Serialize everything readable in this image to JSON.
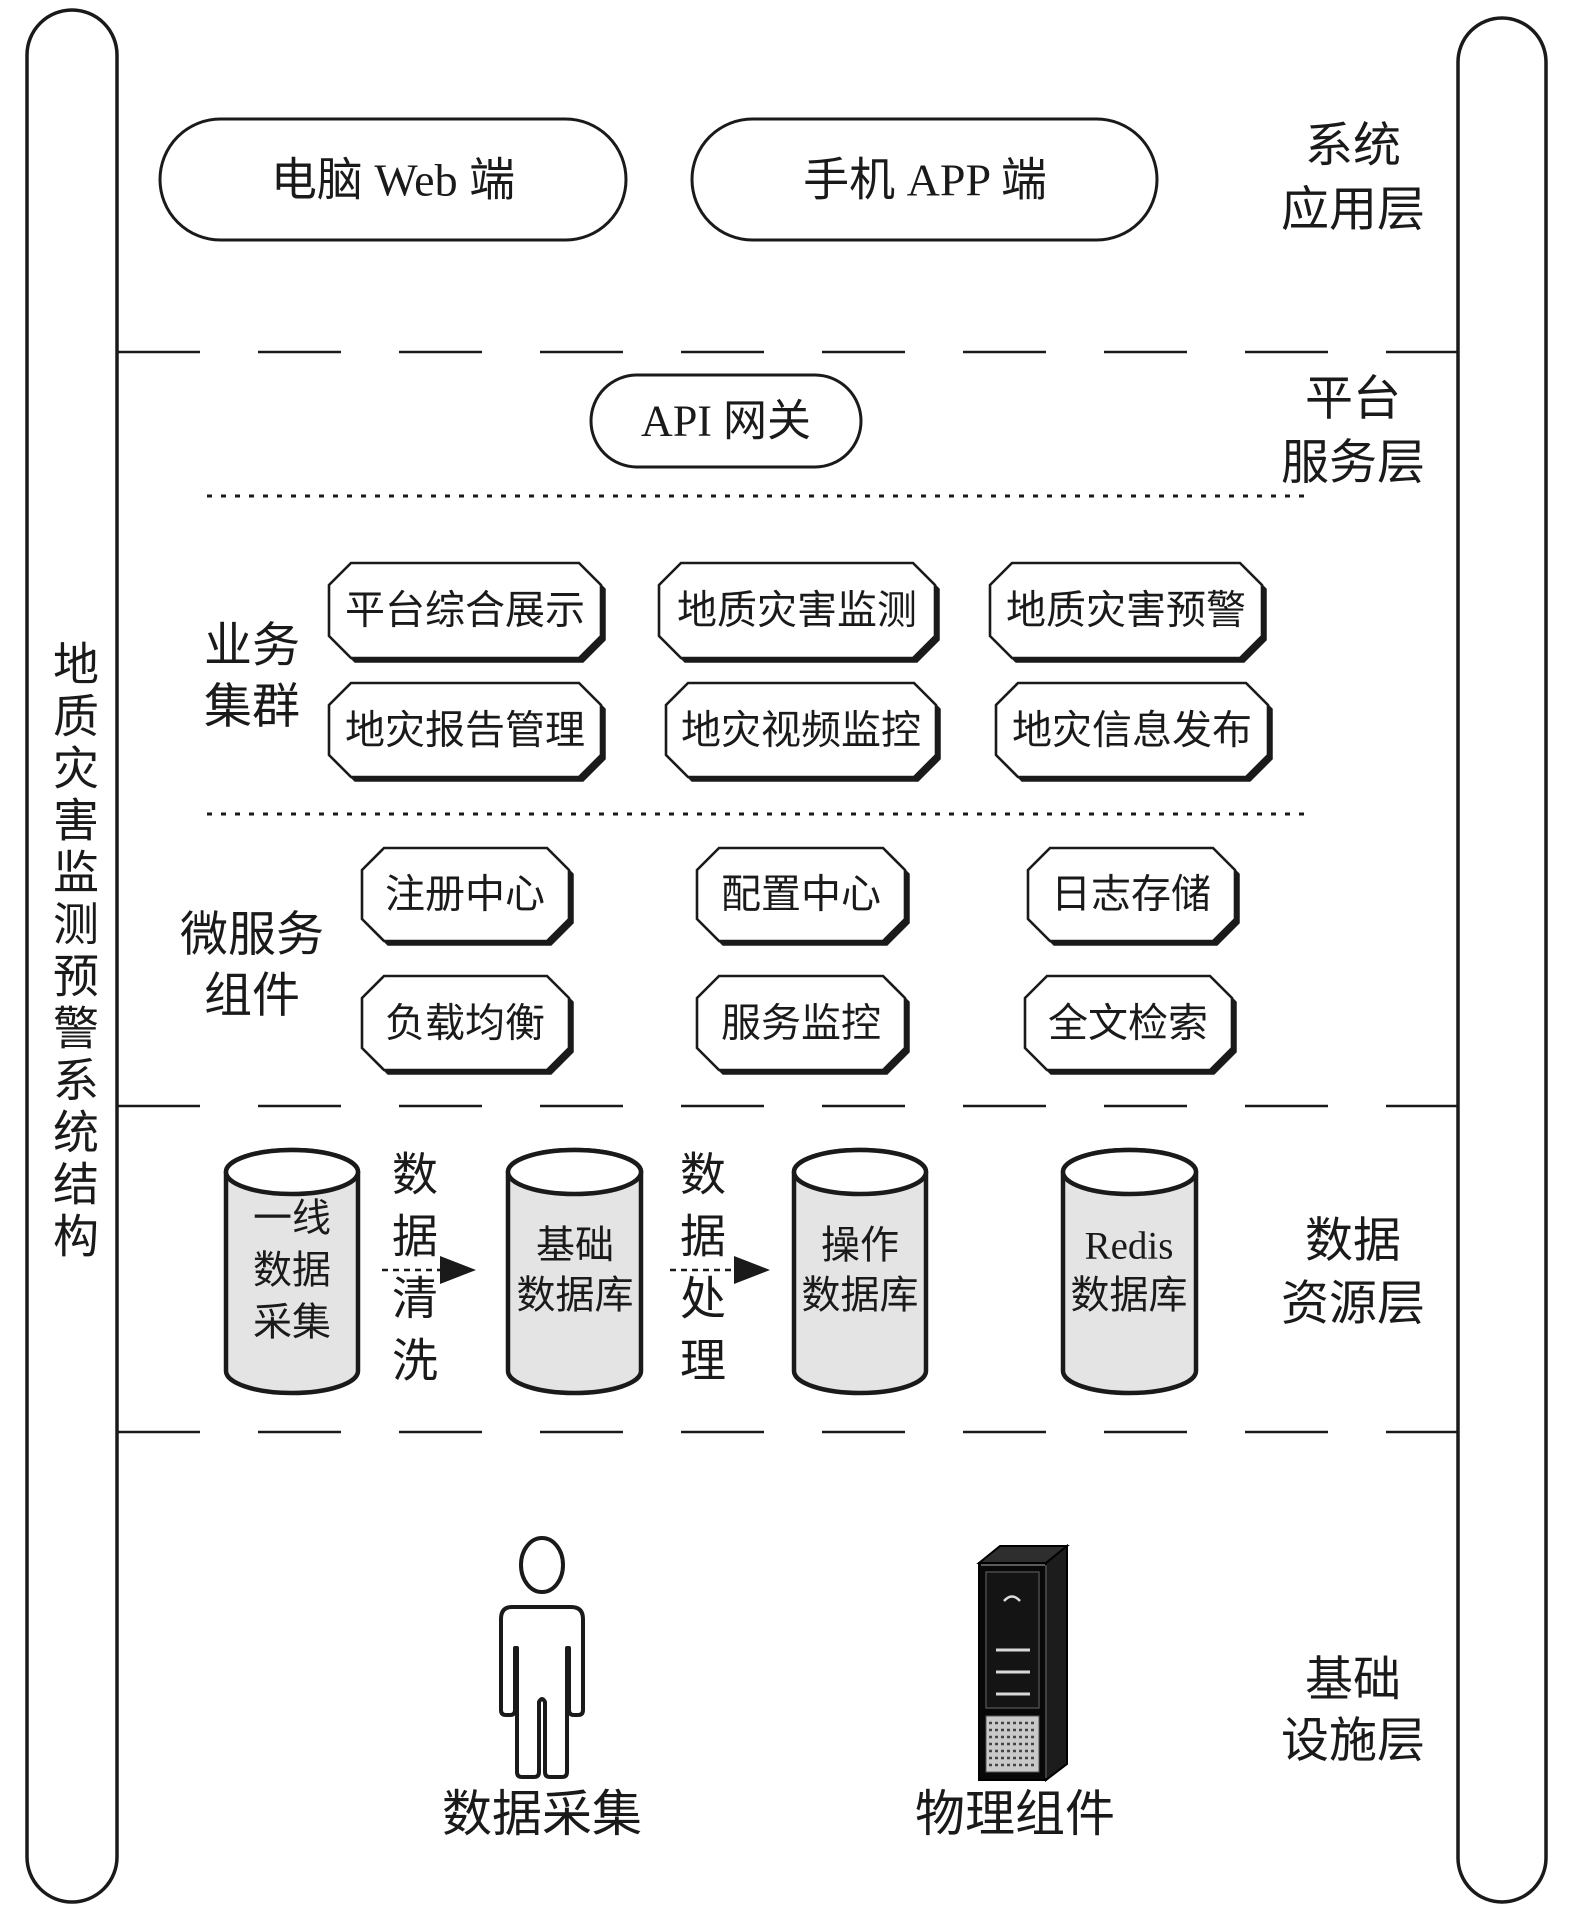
{
  "title_vertical": "地质灾害监测预警系统结构",
  "layers": [
    {
      "label_lines": [
        "系统",
        "应用层"
      ]
    },
    {
      "label_lines": [
        "平台",
        "服务层"
      ]
    },
    {
      "label_lines": [
        "数据",
        "资源层"
      ]
    },
    {
      "label_lines": [
        "基础",
        "设施层"
      ]
    }
  ],
  "application_layer": {
    "clients": [
      "电脑 Web 端",
      "手机 APP 端"
    ]
  },
  "platform_layer": {
    "gateway": "API 网关",
    "business_cluster": {
      "label_lines": [
        "业务",
        "集群"
      ],
      "services": [
        "平台综合展示",
        "地质灾害监测",
        "地质灾害预警",
        "地灾报告管理",
        "地灾视频监控",
        "地灾信息发布"
      ]
    },
    "microservice_components": {
      "label_lines": [
        "微服务",
        "组件"
      ],
      "components": [
        "注册中心",
        "配置中心",
        "日志存储",
        "负载均衡",
        "服务监控",
        "全文检索"
      ]
    }
  },
  "data_layer": {
    "stores": [
      {
        "label_lines": [
          "一线",
          "数据",
          "采集"
        ]
      },
      {
        "label_lines": [
          "基础",
          "数据库"
        ]
      },
      {
        "label_lines": [
          "操作",
          "数据库"
        ]
      },
      {
        "label_lines": [
          "Redis",
          "数据库"
        ]
      }
    ],
    "flows": [
      {
        "label": "数据清洗"
      },
      {
        "label": "数据处理"
      }
    ]
  },
  "infrastructure_layer": {
    "items": [
      {
        "label": "数据采集",
        "icon": "person-icon"
      },
      {
        "label": "物理组件",
        "icon": "server-icon"
      }
    ]
  },
  "colors": {
    "line": "#1a1a1a",
    "cylinder_body": "#e4e4e4",
    "background": "#ffffff"
  }
}
